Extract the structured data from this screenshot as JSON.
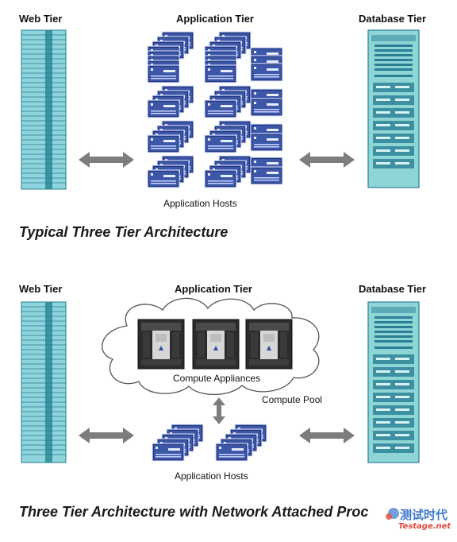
{
  "top": {
    "web_tier": "Web Tier",
    "app_tier": "Application Tier",
    "db_tier": "Database Tier",
    "hosts_caption": "Application Hosts",
    "title": "Typical Three Tier Architecture"
  },
  "bottom": {
    "web_tier": "Web Tier",
    "app_tier": "Application Tier",
    "db_tier": "Database Tier",
    "appliances_caption": "Compute Appliances",
    "pool_caption": "Compute Pool",
    "hosts_caption": "Application Hosts",
    "title": "Three Tier Architecture with Network Attached Proc"
  },
  "watermark": {
    "logo_text": "测试时代",
    "site": "Testage.net"
  },
  "colors": {
    "web_rack_fill": "#8fd4dc",
    "web_rack_line": "#1f7f8f",
    "host_fill": "#3d57a8",
    "host_outline": "#1d2f6e",
    "db_fill": "#8ed6d6",
    "db_slot": "#2a7f95",
    "arrow": "#7d7d7d",
    "appliance": "#2a2a2a"
  }
}
